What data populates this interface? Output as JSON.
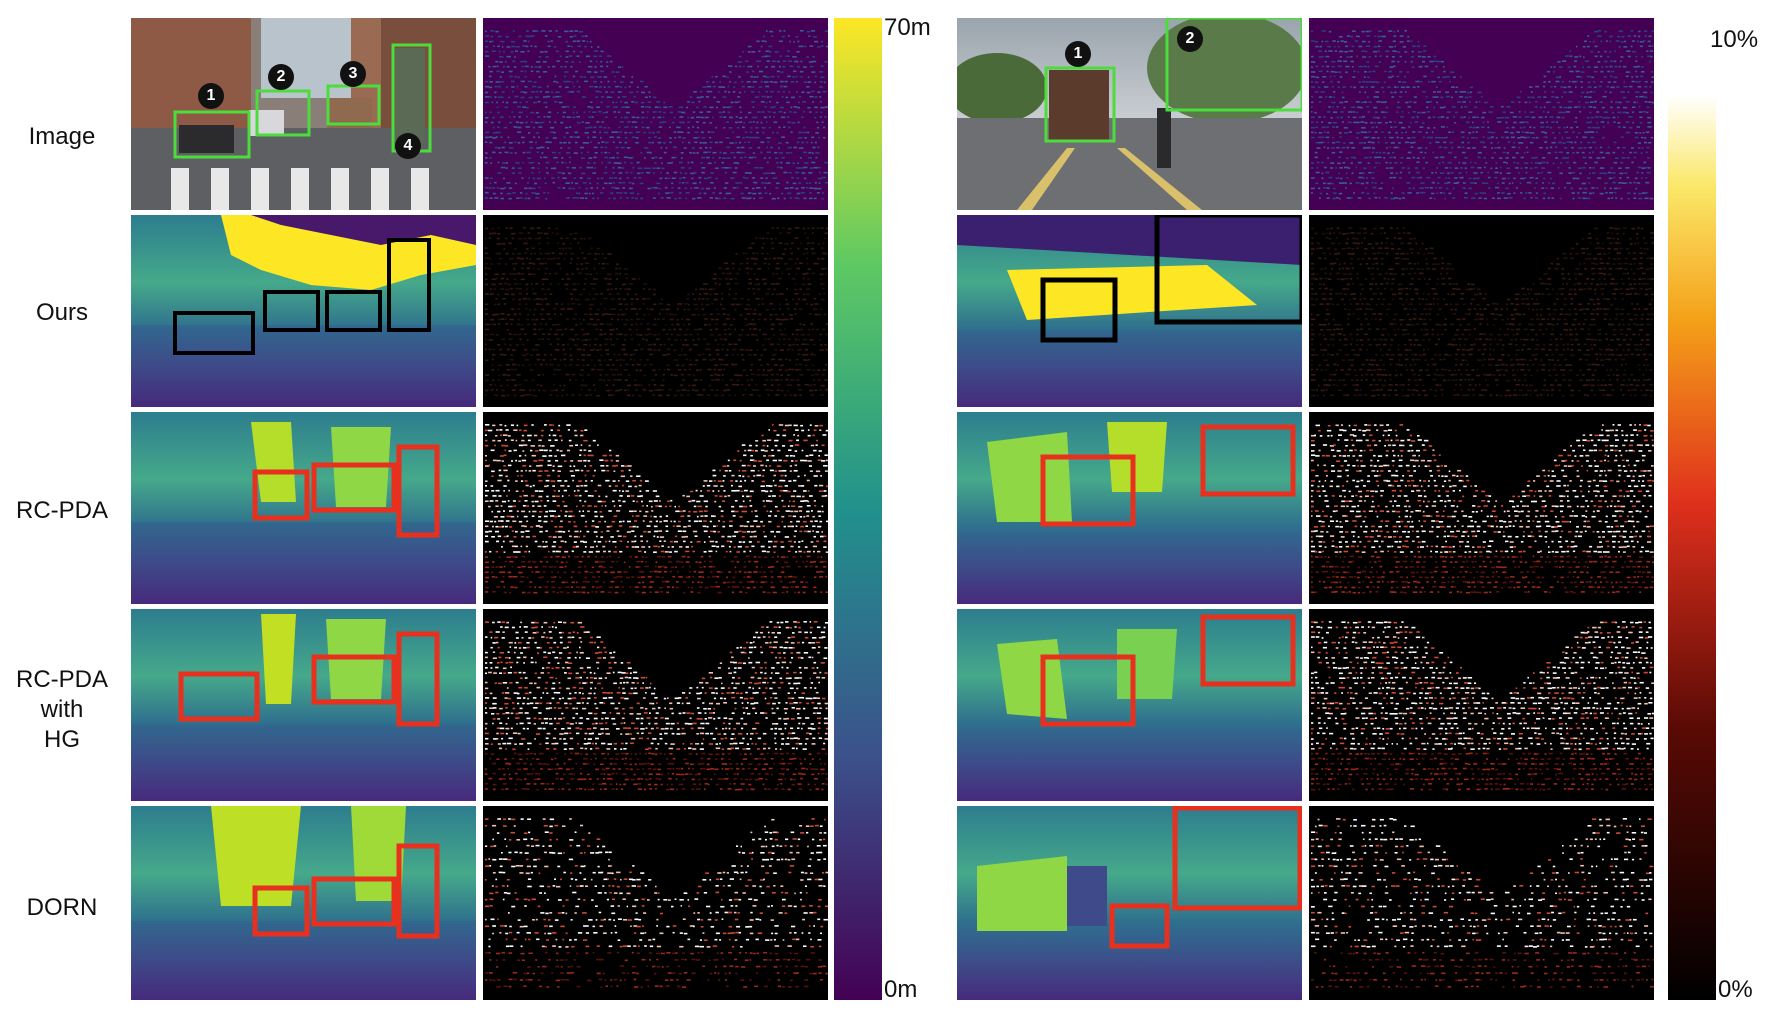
{
  "row_labels": [
    "Image",
    "Ours",
    "RC-PDA",
    "RC-PDA\nwith\nHG",
    "DORN"
  ],
  "depth_colorbar": {
    "max_label": "70m",
    "min_label": "0m",
    "colormap": "viridis"
  },
  "error_colorbar": {
    "max_label": "10%",
    "min_label": "0%",
    "colormap": "hot"
  },
  "scene1_markers": [
    "1",
    "2",
    "3",
    "4"
  ],
  "scene2_markers": [
    "1",
    "2"
  ],
  "colors": {
    "green_box": "#4cdc3c",
    "black_box": "#000000",
    "red_box": "#e8301f"
  }
}
